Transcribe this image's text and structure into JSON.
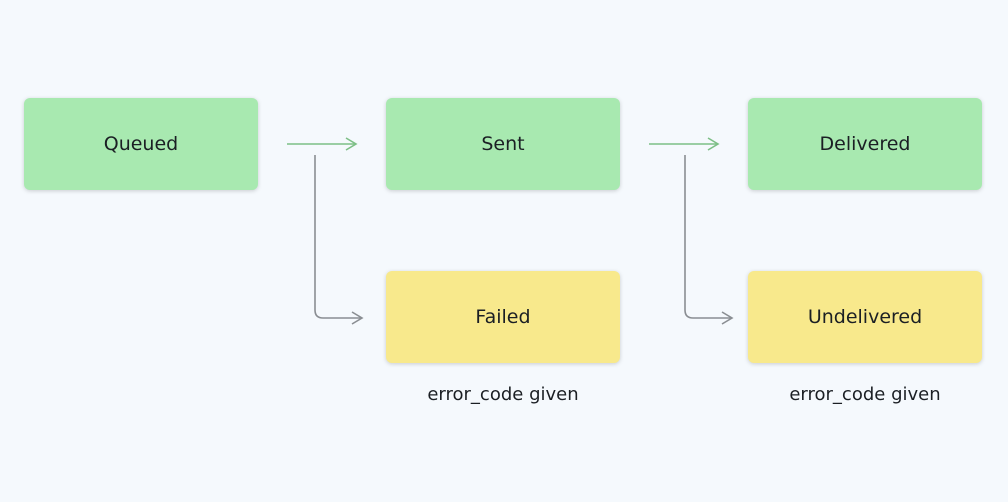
{
  "diagram": {
    "nodes": {
      "queued": "Queued",
      "sent": "Sent",
      "delivered": "Delivered",
      "failed": "Failed",
      "undelivered": "Undelivered"
    },
    "notes": {
      "failed": "error_code given",
      "undelivered": "error_code given"
    },
    "colors": {
      "success_node": "#a8e9b0",
      "error_node": "#f8e98c",
      "success_arrow": "#7dbf86",
      "error_arrow": "#8a8e93",
      "background": "#f5f9fd"
    }
  }
}
